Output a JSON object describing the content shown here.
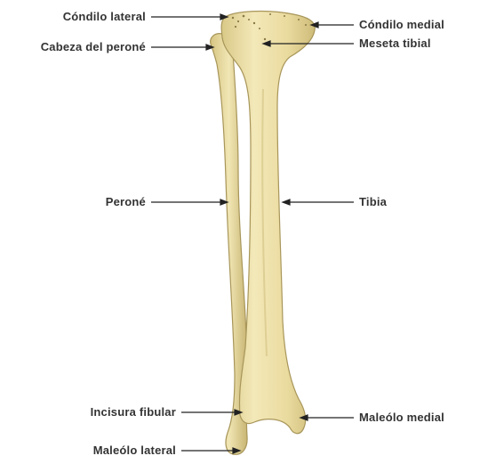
{
  "labels": {
    "condilo_lateral": "Cóndilo lateral",
    "cabeza_perone": "Cabeza del peroné",
    "perone": "Peroné",
    "incisura_fibular": "Incisura fibular",
    "maleolo_lateral": "Maleólo lateral",
    "condilo_medial": "Cóndilo medial",
    "meseta_tibial": "Meseta tibial",
    "tibia": "Tibia",
    "maleolo_medial": "Maleólo medial"
  },
  "colors": {
    "bone_fill": "#ece0a8",
    "bone_shade": "#c9b878",
    "bone_outline": "#a8965a",
    "label_text": "#333333",
    "leader_line": "#222222"
  }
}
